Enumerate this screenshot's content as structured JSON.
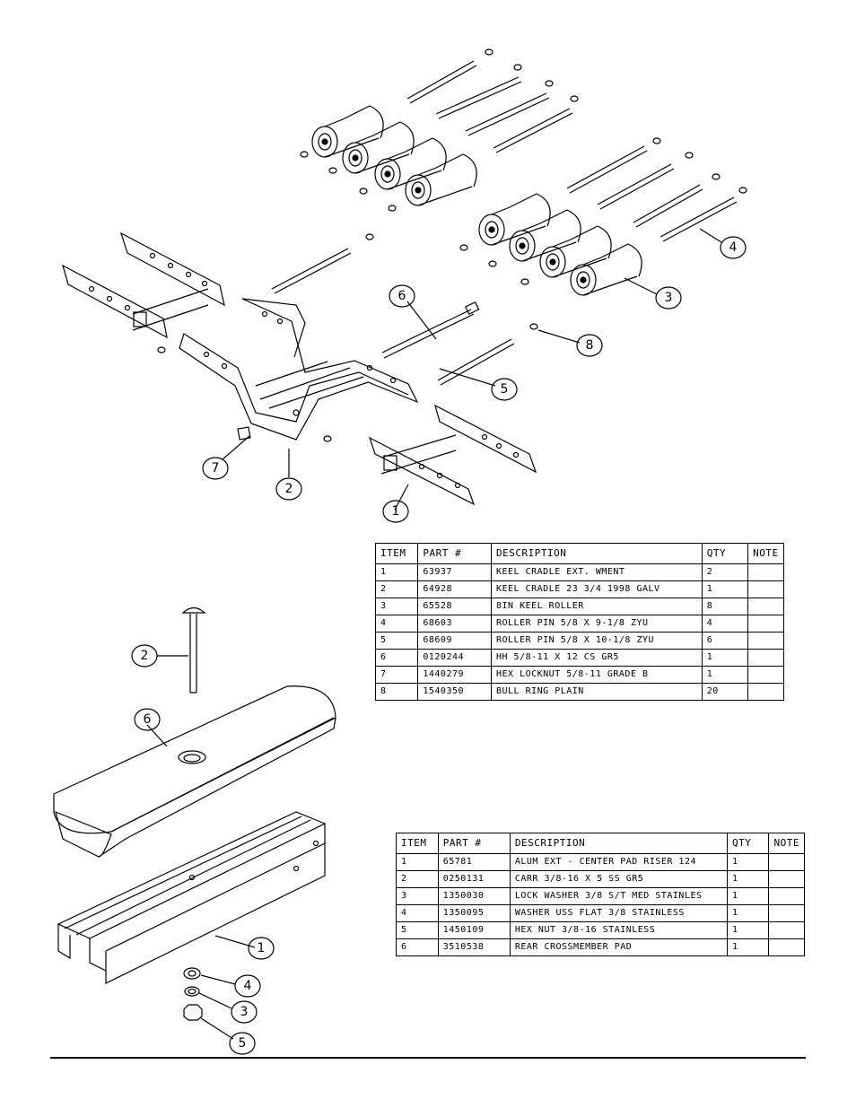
{
  "callouts_upper": [
    "1",
    "2",
    "3",
    "4",
    "5",
    "6",
    "7",
    "8"
  ],
  "callouts_lower": [
    "1",
    "2",
    "3",
    "4",
    "5",
    "6"
  ],
  "bom_upper": {
    "headers": [
      "ITEM",
      "PART #",
      "DESCRIPTION",
      "QTY",
      "NOTE"
    ],
    "rows": [
      [
        "1",
        "63937",
        "KEEL CRADLE EXT. WMENT",
        "2",
        ""
      ],
      [
        "2",
        "64928",
        "KEEL CRADLE 23 3/4 1998 GALV",
        "1",
        ""
      ],
      [
        "3",
        "65528",
        "8IN KEEL ROLLER",
        "8",
        ""
      ],
      [
        "4",
        "68603",
        "ROLLER PIN 5/8 X 9-1/8 ZYU",
        "4",
        ""
      ],
      [
        "5",
        "68609",
        "ROLLER PIN 5/8 X 10-1/8 ZYU",
        "6",
        ""
      ],
      [
        "6",
        "0120244",
        "HH 5/8-11 X 12 CS GR5",
        "1",
        ""
      ],
      [
        "7",
        "1440279",
        "HEX LOCKNUT 5/8-11 GRADE B",
        "1",
        ""
      ],
      [
        "8",
        "1540350",
        "BULL RING PLAIN",
        "20",
        ""
      ]
    ]
  },
  "bom_lower": {
    "headers": [
      "ITEM",
      "PART #",
      "DESCRIPTION",
      "QTY",
      "NOTE"
    ],
    "rows": [
      [
        "1",
        "65781",
        "ALUM EXT - CENTER PAD RISER 124",
        "1",
        ""
      ],
      [
        "2",
        "0250131",
        "CARR 3/8-16 X 5 SS GR5",
        "1",
        ""
      ],
      [
        "3",
        "1350030",
        "LOCK WASHER 3/8 S/T MED STAINLES",
        "1",
        ""
      ],
      [
        "4",
        "1350095",
        "WASHER USS FLAT 3/8 STAINLESS",
        "1",
        ""
      ],
      [
        "5",
        "1450109",
        "HEX NUT 3/8-16 STAINLESS",
        "1",
        ""
      ],
      [
        "6",
        "3510538",
        "REAR CROSSMEMBER PAD",
        "1",
        ""
      ]
    ]
  }
}
